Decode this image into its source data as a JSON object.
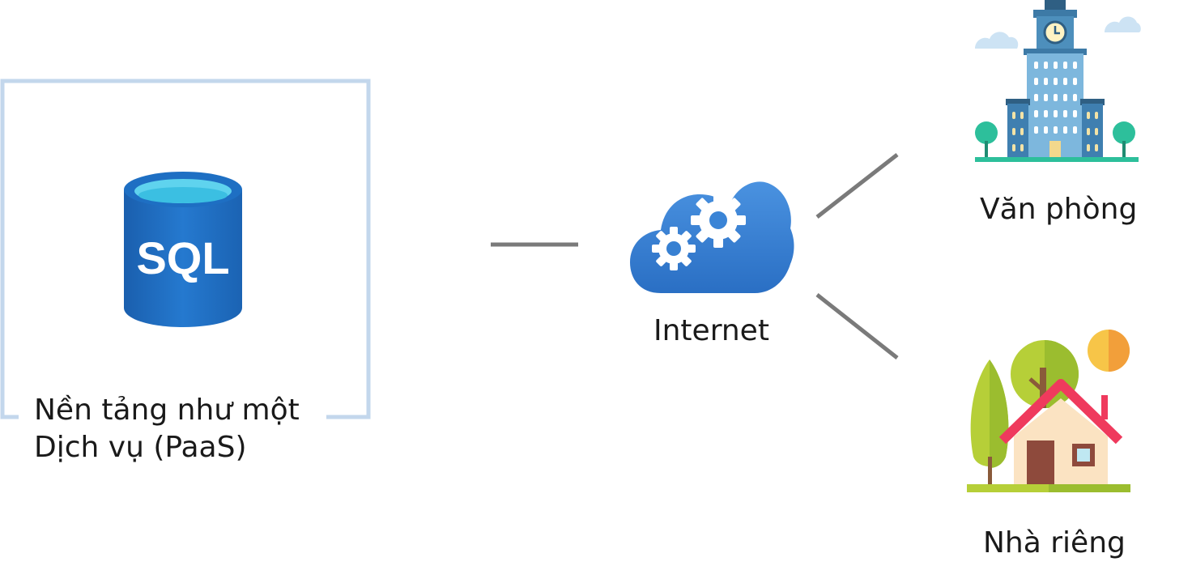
{
  "paas": {
    "icon": "sql-database-icon",
    "icon_text": "SQL",
    "label_line1": "Nền tảng như một",
    "label_line2": "Dịch vụ (PaaS)"
  },
  "internet": {
    "icon": "cloud-gears-icon",
    "label": "Internet"
  },
  "office": {
    "icon": "office-building-icon",
    "label": "Văn phòng"
  },
  "home": {
    "icon": "house-icon",
    "label": "Nhà riêng"
  },
  "colors": {
    "frame": "#c3d7ec",
    "connector": "#7a7a7a",
    "sql_blue": "#1f6fc0",
    "cloud_blue": "#3b82d4"
  }
}
